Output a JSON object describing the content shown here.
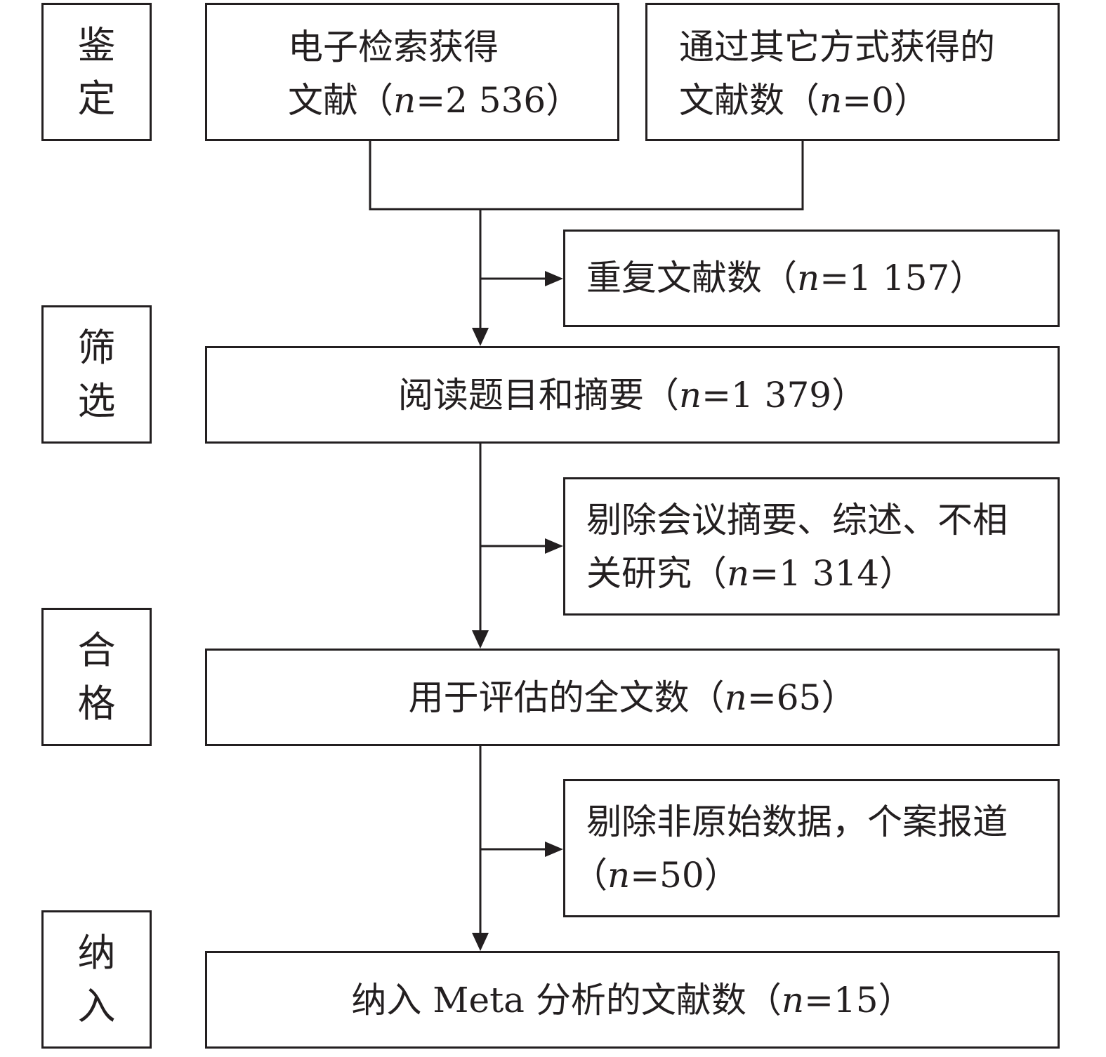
{
  "stages": {
    "identification": [
      "鉴",
      "定"
    ],
    "screening": [
      "筛",
      "选"
    ],
    "eligibility": [
      "合",
      "格"
    ],
    "included": [
      "纳",
      "入"
    ]
  },
  "boxes": {
    "electronic_search": {
      "line1": "电子检索获得",
      "line2_prefix": "文献（",
      "n_symbol": "n",
      "line2_suffix": "=2 536）"
    },
    "other_sources": {
      "line1": "通过其它方式获得的",
      "line2_prefix": "文献数（",
      "n_symbol": "n",
      "line2_suffix": "=0）"
    },
    "duplicates": {
      "prefix": "重复文献数（",
      "n_symbol": "n",
      "suffix": "=1 157）"
    },
    "title_abstract": {
      "prefix": "阅读题目和摘要（",
      "n_symbol": "n",
      "suffix": "=1 379）"
    },
    "excluded_1": {
      "line1": "剔除会议摘要、综述、不相",
      "line2_prefix": "关研究（",
      "n_symbol": "n",
      "line2_suffix": "=1 314）"
    },
    "full_text": {
      "prefix": "用于评估的全文数（",
      "n_symbol": "n",
      "suffix": "=65）"
    },
    "excluded_2": {
      "line1": "剔除非原始数据，个案报道",
      "line2_prefix": "（",
      "n_symbol": "n",
      "line2_suffix": "=50）"
    },
    "meta_included": {
      "prefix": "纳入 Meta 分析的文献数（",
      "n_symbol": "n",
      "suffix": "=15）"
    }
  }
}
